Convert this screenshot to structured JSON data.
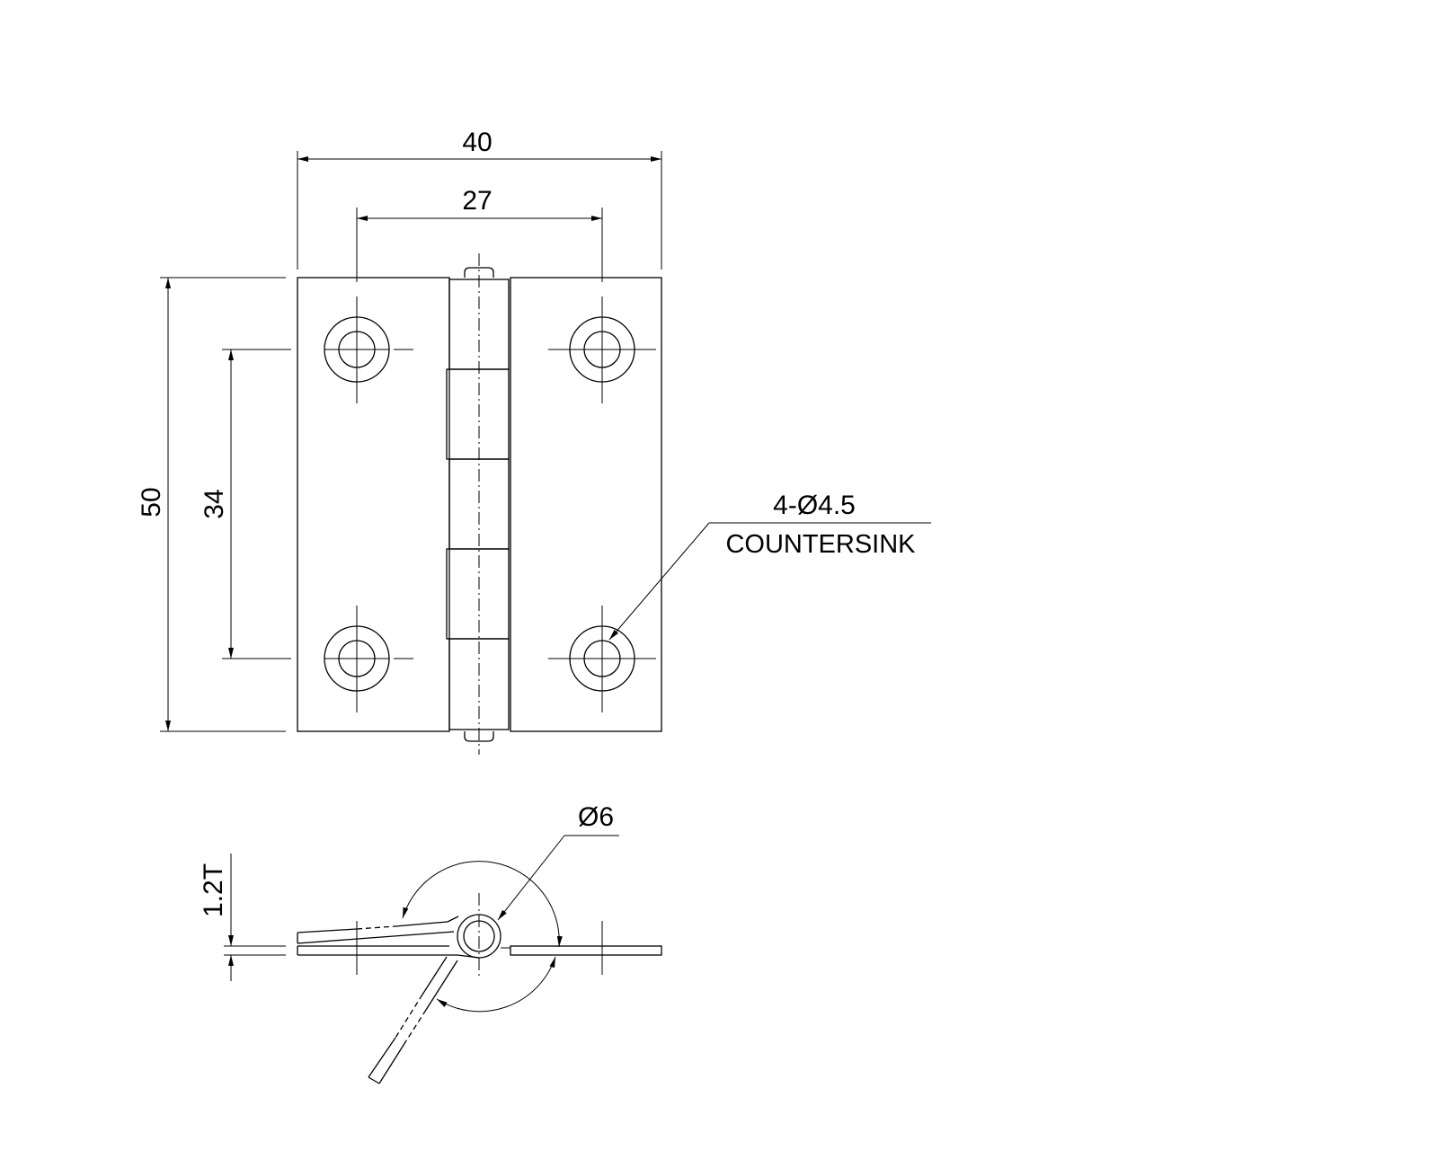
{
  "drawing": {
    "dimensions": {
      "overall_width": "40",
      "hole_spacing_horizontal": "27",
      "overall_height": "50",
      "hole_spacing_vertical": "34",
      "pin_diameter": "Ø6",
      "thickness": "1.2T"
    },
    "hole_callout": {
      "count_and_size": "4-Ø4.5",
      "finish": "COUNTERSINK"
    }
  }
}
